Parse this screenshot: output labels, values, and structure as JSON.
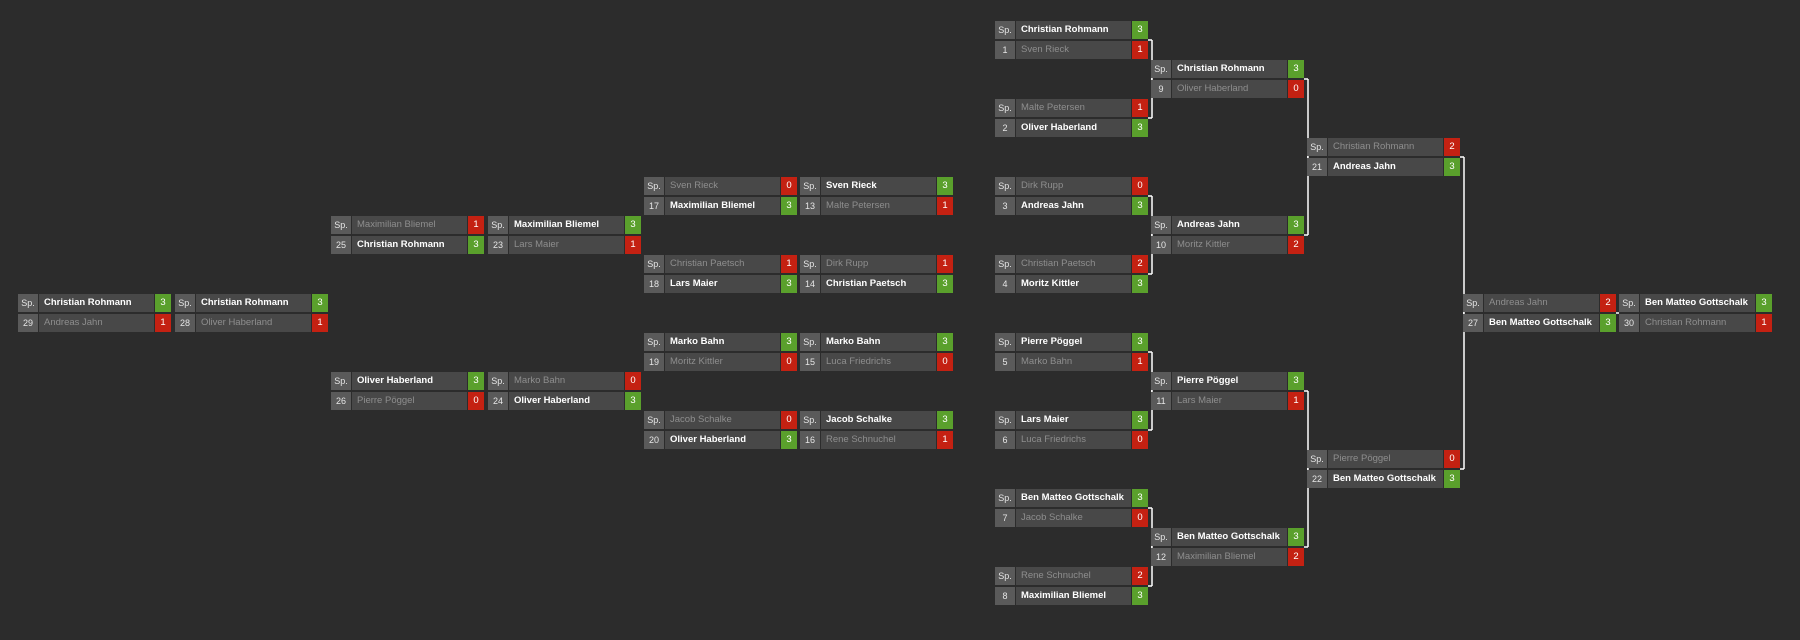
{
  "colors": {
    "background": "#2c2c2c",
    "label_bg": "#5a5a5a",
    "name_bg": "#484848",
    "winner_score": "#5aa02c",
    "loser_score": "#c42112",
    "connector": "#ffffff"
  },
  "matches": [
    {
      "id": "1",
      "top": {
        "name": "Christian Rohmann",
        "score": "3",
        "win": true
      },
      "bottom": {
        "name": "Sven Rieck",
        "score": "1",
        "win": false
      }
    },
    {
      "id": "2",
      "top": {
        "name": "Malte Petersen",
        "score": "1",
        "win": false
      },
      "bottom": {
        "name": "Oliver Haberland",
        "score": "3",
        "win": true
      }
    },
    {
      "id": "3",
      "top": {
        "name": "Dirk Rupp",
        "score": "0",
        "win": false
      },
      "bottom": {
        "name": "Andreas Jahn",
        "score": "3",
        "win": true
      }
    },
    {
      "id": "4",
      "top": {
        "name": "Christian Paetsch",
        "score": "2",
        "win": false
      },
      "bottom": {
        "name": "Moritz Kittler",
        "score": "3",
        "win": true
      }
    },
    {
      "id": "5",
      "top": {
        "name": "Pierre Pöggel",
        "score": "3",
        "win": true
      },
      "bottom": {
        "name": "Marko Bahn",
        "score": "1",
        "win": false
      }
    },
    {
      "id": "6",
      "top": {
        "name": "Lars Maier",
        "score": "3",
        "win": true
      },
      "bottom": {
        "name": "Luca Friedrichs",
        "score": "0",
        "win": false
      }
    },
    {
      "id": "7",
      "top": {
        "name": "Ben Matteo Gottschalk",
        "score": "3",
        "win": true
      },
      "bottom": {
        "name": "Jacob Schalke",
        "score": "0",
        "win": false
      }
    },
    {
      "id": "8",
      "top": {
        "name": "Rene Schnuchel",
        "score": "2",
        "win": false
      },
      "bottom": {
        "name": "Maximilian Bliemel",
        "score": "3",
        "win": true
      }
    },
    {
      "id": "9",
      "top": {
        "name": "Christian Rohmann",
        "score": "3",
        "win": true
      },
      "bottom": {
        "name": "Oliver Haberland",
        "score": "0",
        "win": false
      }
    },
    {
      "id": "10",
      "top": {
        "name": "Andreas Jahn",
        "score": "3",
        "win": true
      },
      "bottom": {
        "name": "Moritz Kittler",
        "score": "2",
        "win": false
      }
    },
    {
      "id": "11",
      "top": {
        "name": "Pierre Pöggel",
        "score": "3",
        "win": true
      },
      "bottom": {
        "name": "Lars Maier",
        "score": "1",
        "win": false
      }
    },
    {
      "id": "12",
      "top": {
        "name": "Ben Matteo Gottschalk",
        "score": "3",
        "win": true
      },
      "bottom": {
        "name": "Maximilian Bliemel",
        "score": "2",
        "win": false
      }
    },
    {
      "id": "21",
      "top": {
        "name": "Christian Rohmann",
        "score": "2",
        "win": false
      },
      "bottom": {
        "name": "Andreas Jahn",
        "score": "3",
        "win": true
      }
    },
    {
      "id": "22",
      "top": {
        "name": "Pierre Pöggel",
        "score": "0",
        "win": false
      },
      "bottom": {
        "name": "Ben Matteo Gottschalk",
        "score": "3",
        "win": true
      }
    },
    {
      "id": "27",
      "top": {
        "name": "Andreas Jahn",
        "score": "2",
        "win": false
      },
      "bottom": {
        "name": "Ben Matteo Gottschalk",
        "score": "3",
        "win": true
      }
    },
    {
      "id": "30",
      "top": {
        "name": "Ben Matteo Gottschalk",
        "score": "3",
        "win": true
      },
      "bottom": {
        "name": "Christian Rohmann",
        "score": "1",
        "win": false
      }
    },
    {
      "id": "13",
      "top": {
        "name": "Sven Rieck",
        "score": "3",
        "win": true
      },
      "bottom": {
        "name": "Malte Petersen",
        "score": "1",
        "win": false
      }
    },
    {
      "id": "14",
      "top": {
        "name": "Dirk Rupp",
        "score": "1",
        "win": false
      },
      "bottom": {
        "name": "Christian Paetsch",
        "score": "3",
        "win": true
      }
    },
    {
      "id": "15",
      "top": {
        "name": "Marko Bahn",
        "score": "3",
        "win": true
      },
      "bottom": {
        "name": "Luca Friedrichs",
        "score": "0",
        "win": false
      }
    },
    {
      "id": "16",
      "top": {
        "name": "Jacob Schalke",
        "score": "3",
        "win": true
      },
      "bottom": {
        "name": "Rene Schnuchel",
        "score": "1",
        "win": false
      }
    },
    {
      "id": "17",
      "top": {
        "name": "Sven Rieck",
        "score": "0",
        "win": false
      },
      "bottom": {
        "name": "Maximilian Bliemel",
        "score": "3",
        "win": true
      }
    },
    {
      "id": "18",
      "top": {
        "name": "Christian Paetsch",
        "score": "1",
        "win": false
      },
      "bottom": {
        "name": "Lars Maier",
        "score": "3",
        "win": true
      }
    },
    {
      "id": "19",
      "top": {
        "name": "Marko Bahn",
        "score": "3",
        "win": true
      },
      "bottom": {
        "name": "Moritz Kittler",
        "score": "0",
        "win": false
      }
    },
    {
      "id": "20",
      "top": {
        "name": "Jacob Schalke",
        "score": "0",
        "win": false
      },
      "bottom": {
        "name": "Oliver Haberland",
        "score": "3",
        "win": true
      }
    },
    {
      "id": "23",
      "top": {
        "name": "Maximilian Bliemel",
        "score": "3",
        "win": true
      },
      "bottom": {
        "name": "Lars Maier",
        "score": "1",
        "win": false
      }
    },
    {
      "id": "24",
      "top": {
        "name": "Marko Bahn",
        "score": "0",
        "win": false
      },
      "bottom": {
        "name": "Oliver Haberland",
        "score": "3",
        "win": true
      }
    },
    {
      "id": "25",
      "top": {
        "name": "Maximilian Bliemel",
        "score": "1",
        "win": false
      },
      "bottom": {
        "name": "Christian Rohmann",
        "score": "3",
        "win": true
      }
    },
    {
      "id": "26",
      "top": {
        "name": "Oliver Haberland",
        "score": "3",
        "win": true
      },
      "bottom": {
        "name": "Pierre Pöggel",
        "score": "0",
        "win": false
      }
    },
    {
      "id": "28",
      "top": {
        "name": "Christian Rohmann",
        "score": "3",
        "win": true
      },
      "bottom": {
        "name": "Oliver Haberland",
        "score": "1",
        "win": false
      }
    },
    {
      "id": "29",
      "top": {
        "name": "Christian Rohmann",
        "score": "3",
        "win": true
      },
      "bottom": {
        "name": "Andreas Jahn",
        "score": "1",
        "win": false
      }
    }
  ],
  "top_row_label": "Sp."
}
